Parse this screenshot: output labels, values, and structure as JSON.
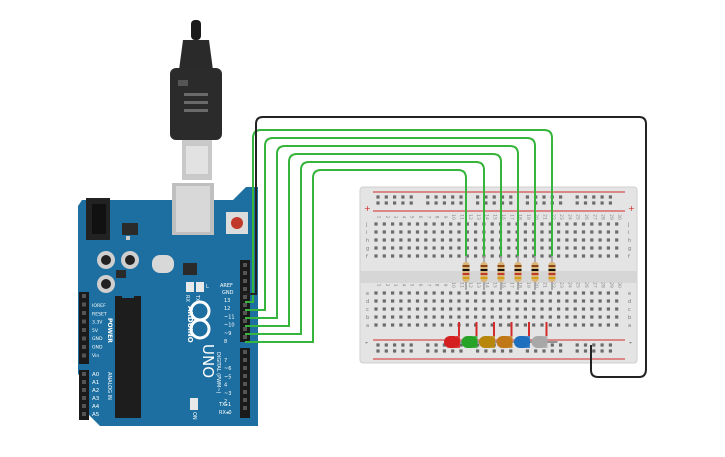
{
  "arduino": {
    "brand": "ARDUINO",
    "model": "UNO",
    "on_label": "ON",
    "tx_label": "TX",
    "rx_label": "RX",
    "l_label": "L",
    "aref": "AREF",
    "gnd": "GND",
    "digital_label": "DIGITAL (PWM~)",
    "tx_pin": "TX▸1",
    "rx_pin": "RX◂0",
    "power_label": "POWER",
    "analog_label": "ANALOG IN",
    "digital_pins": [
      "13",
      "12",
      "~11",
      "~10",
      "~9",
      "8",
      "7",
      "~6",
      "~5",
      "4",
      "~3",
      "2"
    ],
    "power_pins": [
      "IOREF",
      "RESET",
      "3.3V",
      "5V",
      "GND",
      "GND",
      "Vin"
    ],
    "analog_pins": [
      "A0",
      "A1",
      "A2",
      "A3",
      "A4",
      "A5"
    ]
  },
  "breadboard": {
    "top_letters": [
      "j",
      "i",
      "h",
      "g",
      "f"
    ],
    "bottom_letters": [
      "e",
      "d",
      "c",
      "b",
      "a"
    ],
    "column_numbers": [
      "1",
      "2",
      "3",
      "4",
      "5",
      "6",
      "7",
      "8",
      "9",
      "10",
      "11",
      "12",
      "13",
      "14",
      "15",
      "16",
      "17",
      "18",
      "19",
      "20",
      "21",
      "22",
      "23",
      "24",
      "25",
      "26",
      "27",
      "28",
      "29",
      "30"
    ],
    "plus": "+",
    "minus": "-"
  },
  "components": {
    "resistor_count": 6,
    "led_colors": [
      "#d42020",
      "#27a327",
      "#b8860b",
      "#c07818",
      "#1f6fbf",
      "#a8a8a8"
    ]
  },
  "colors": {
    "board": "#1c6fa0",
    "wire_signal": "#37b43b",
    "wire_ground": "#222222",
    "rail_red": "#d42a2a"
  }
}
